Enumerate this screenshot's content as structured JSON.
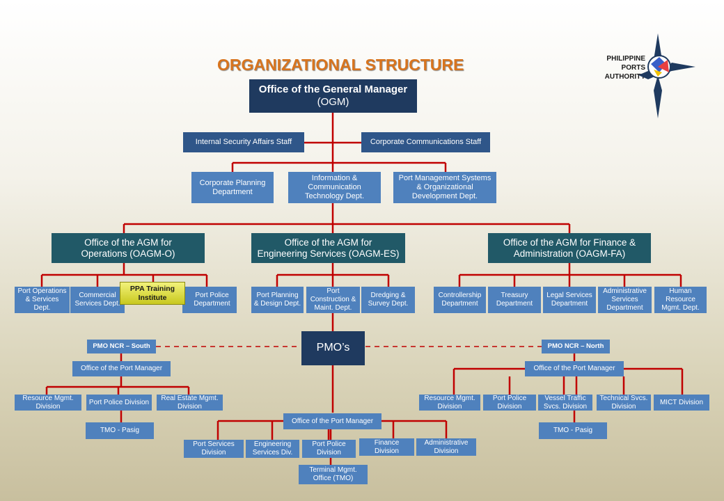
{
  "title": "ORGANIZATIONAL STRUCTURE",
  "logo": {
    "line1": "PHILIPPINE",
    "line2": "PORTS",
    "line3": "AUTHORITY"
  },
  "ogm": {
    "line1": "Office of the General Manager",
    "line2": "(OGM)"
  },
  "staff": {
    "left": "Internal Security Affairs Staff",
    "right": "Corporate Communications Staff"
  },
  "depts": {
    "d1": "Corporate Planning Department",
    "d2": "Information & Communication Technology Dept.",
    "d3": "Port Management Systems & Organizational Development  Dept."
  },
  "agm": {
    "ops": {
      "line1": "Office of the AGM for",
      "line2": "Operations (OAGM-O)"
    },
    "eng": {
      "line1": "Office of the AGM for",
      "line2": "Engineering Services (OAGM-ES)"
    },
    "fin": {
      "line1": "Office of the AGM for Finance &",
      "line2": "Administration (OAGM-FA)"
    }
  },
  "ops_units": {
    "u1": "Port Operations & Services Dept.",
    "u2": "Commercial Services Dept.",
    "u3": "PPA Training Institute",
    "u4": "Port Police Department"
  },
  "eng_units": {
    "u1": "Port Planning & Design Dept.",
    "u2": "Port Construction & Maint. Dept.",
    "u3": "Dredging & Survey Dept."
  },
  "fin_units": {
    "u1": "Controllership Department",
    "u2": "Treasury Department",
    "u3": "Legal Services Department",
    "u4": "Administrative Services Department",
    "u5": "Human Resource Mgmt. Dept."
  },
  "pmos": "PMO’s",
  "south": {
    "name": "PMO NCR – South",
    "office": "Office of the Port Manager",
    "div1": "Resource Mgmt. Division",
    "div2": "Port Police Division",
    "div3": "Real Estate Mgmt. Division",
    "tmo": "TMO - Pasig"
  },
  "north": {
    "name": "PMO NCR – North",
    "office": "Office of the Port Manager",
    "div1": "Resource Mgmt. Division",
    "div2": "Port Police Division",
    "div3": "Vessel Traffic Svcs. Division",
    "div4": "Technical Svcs. Division",
    "div5": "MICT Division",
    "tmo": "TMO - Pasig"
  },
  "center": {
    "office": "Office of the Port Manager",
    "div1": "Port Services Division",
    "div2": "Engineering Services Div.",
    "div3": "Port Police Division",
    "div4": "Finance Division",
    "div5": "Administrative Division",
    "tmo": "Terminal Mgmt. Office (TMO)"
  },
  "colors": {
    "line": "#c00000",
    "light_box": "#4f81bd",
    "teal_box": "#215967",
    "dark_box": "#1f3a5f",
    "title": "#d8741e"
  }
}
